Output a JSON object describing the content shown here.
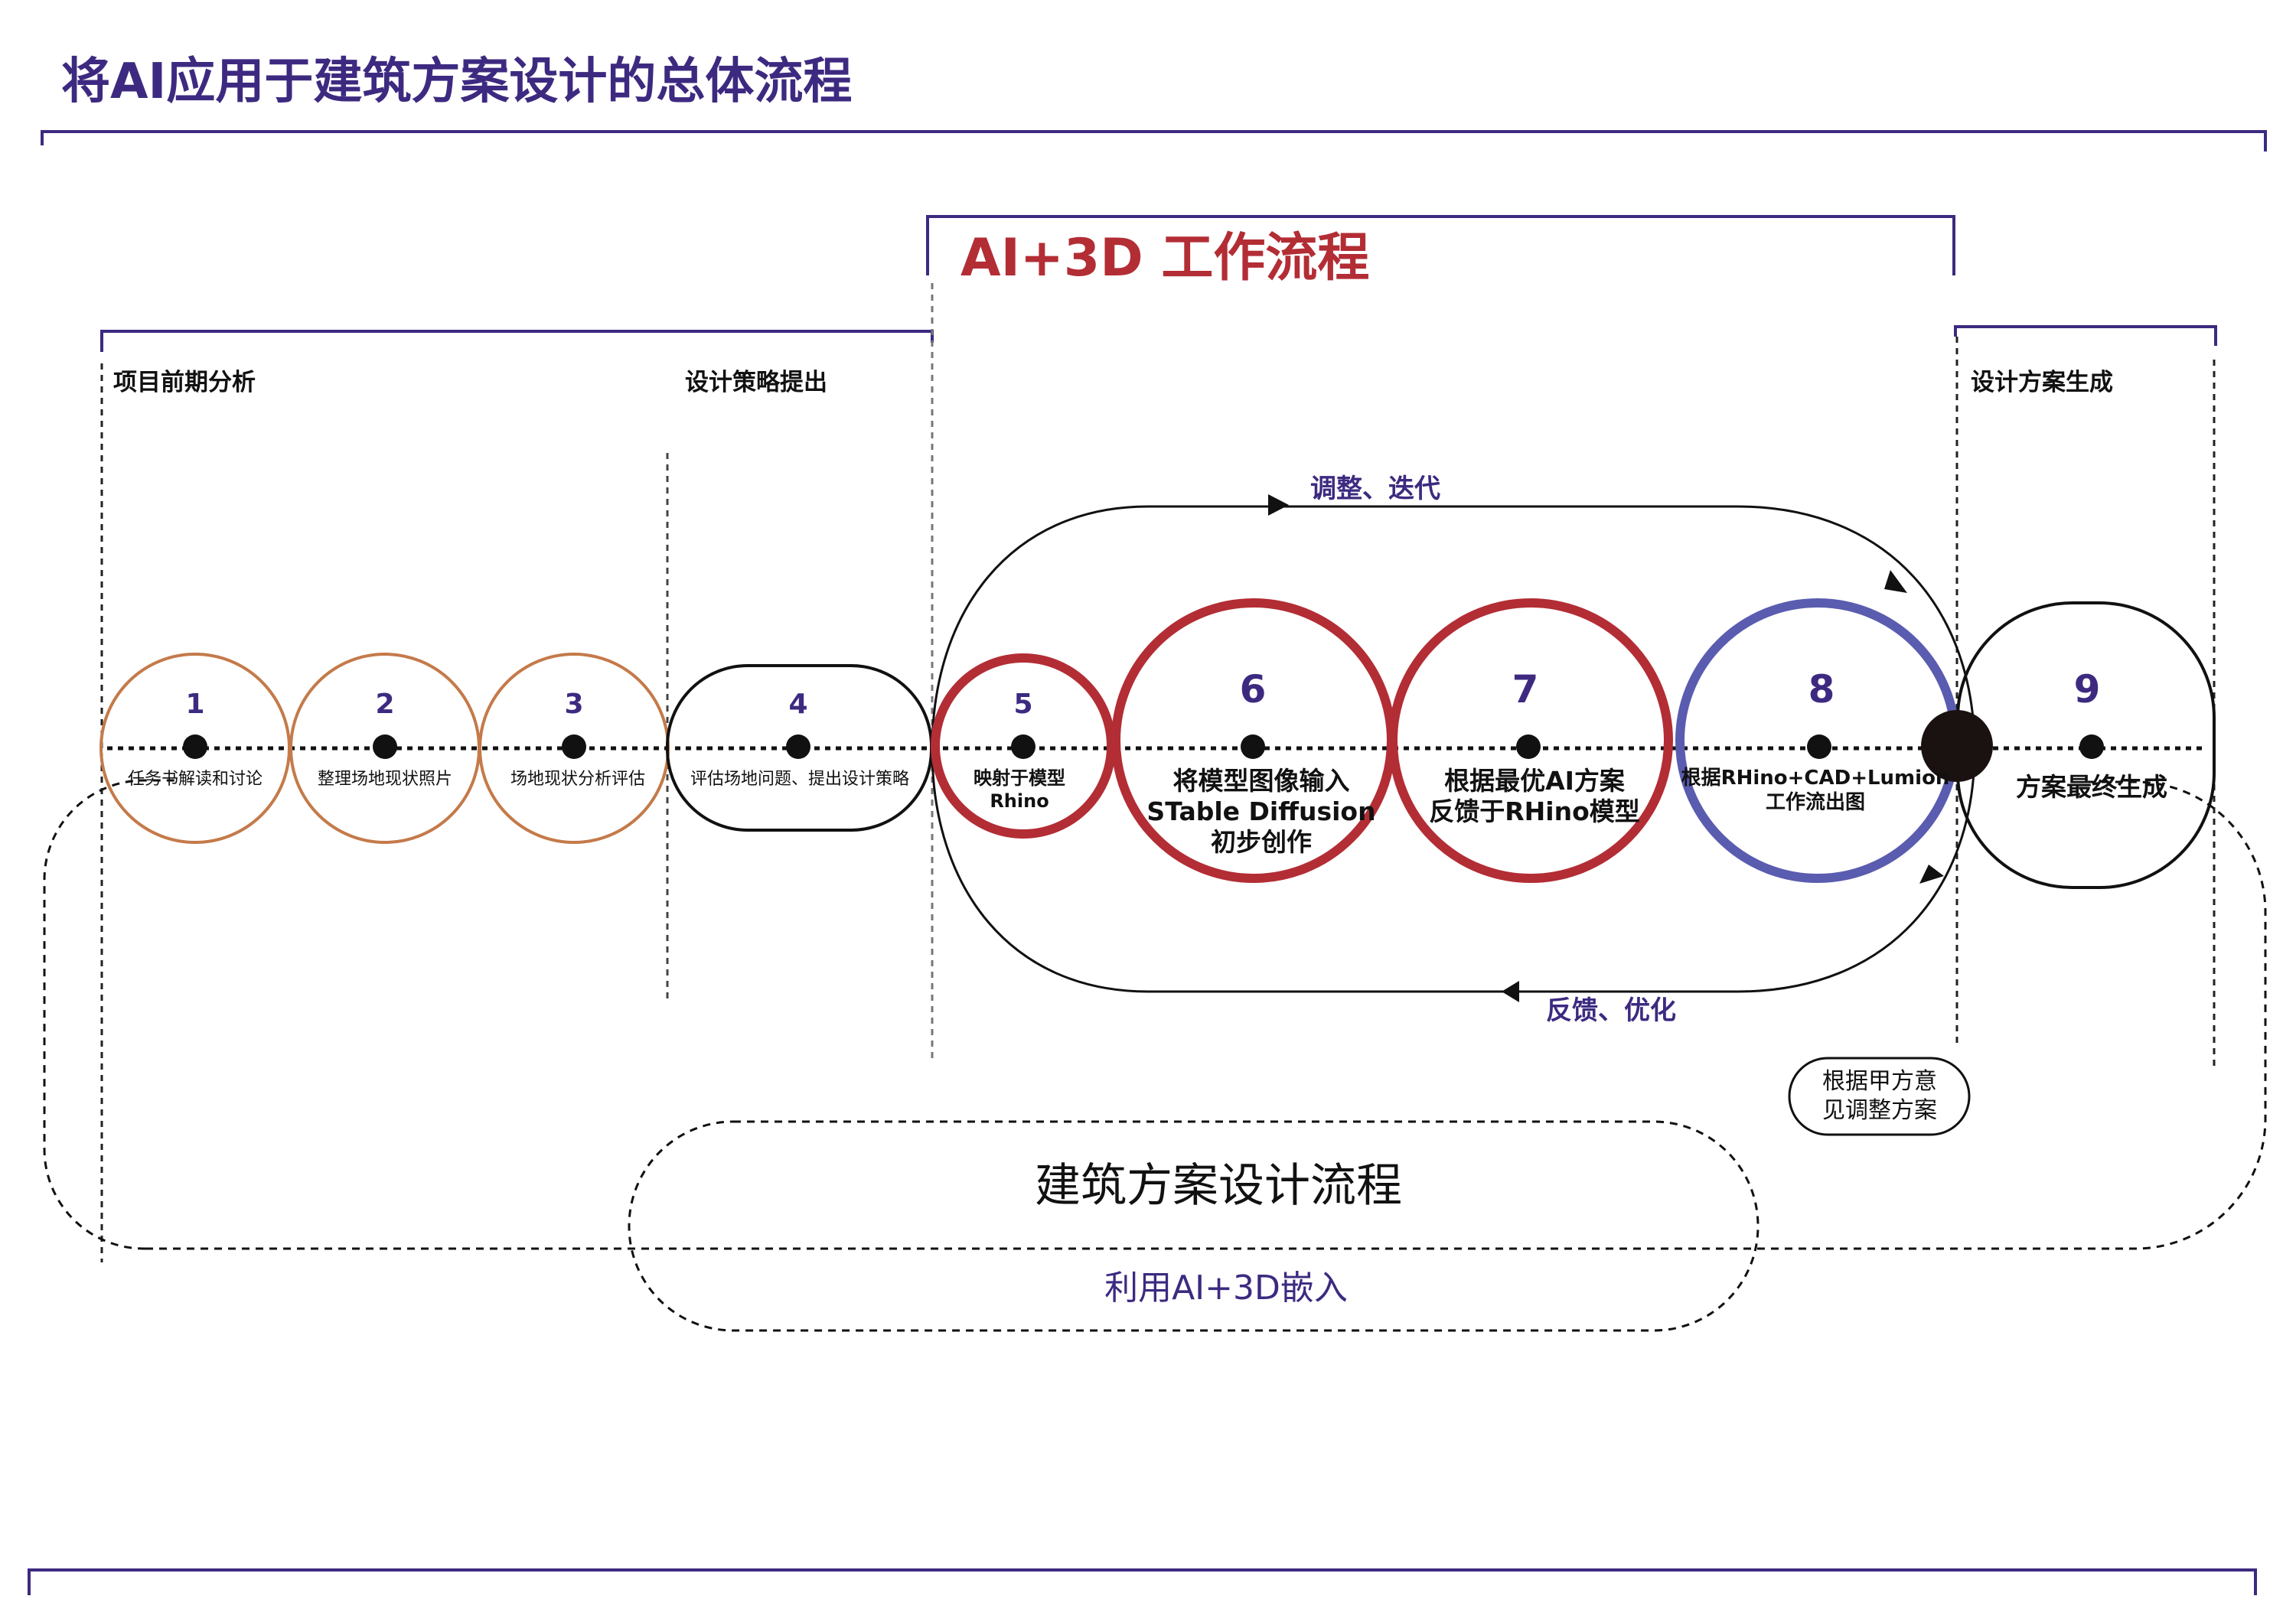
{
  "page": {
    "title": "将AI应用于建筑方案设计的总体流程"
  },
  "ai3d_title": "AI+3D 工作流程",
  "phases": {
    "phase1": "项目前期分析",
    "phase2": "设计策略提出",
    "phase3": "设计方案生成"
  },
  "loop": {
    "top_label": "调整、迭代",
    "bottom_label": "反馈、优化"
  },
  "steps": [
    {
      "num": "1",
      "label": [
        "任务书解读和讨论"
      ]
    },
    {
      "num": "2",
      "label": [
        "整理场地现状照片"
      ]
    },
    {
      "num": "3",
      "label": [
        "场地现状分析评估"
      ]
    },
    {
      "num": "4",
      "label": [
        "评估场地问题、提出设计策略"
      ]
    },
    {
      "num": "5",
      "label": [
        "映射于模型",
        "Rhino"
      ]
    },
    {
      "num": "6",
      "label": [
        "将模型图像输入",
        "STable Diffusion",
        "初步创作"
      ]
    },
    {
      "num": "7",
      "label": [
        "根据最优AI方案",
        "反馈于RHino模型"
      ]
    },
    {
      "num": "8",
      "label": [
        "根据RHino+CAD+Lumion",
        "工作流出图"
      ]
    },
    {
      "num": "9",
      "label": [
        "方案最终生成"
      ]
    }
  ],
  "client_note": [
    "根据甲方意",
    "见调整方案"
  ],
  "bottom": {
    "main": "建筑方案设计流程",
    "sub": "利用AI+3D嵌入"
  },
  "colors": {
    "purple": "#3d2a80",
    "red": "#b32d35",
    "orange": "#c47a4a",
    "blue_ring": "#5a5cb0",
    "dark": "#1a1111"
  }
}
